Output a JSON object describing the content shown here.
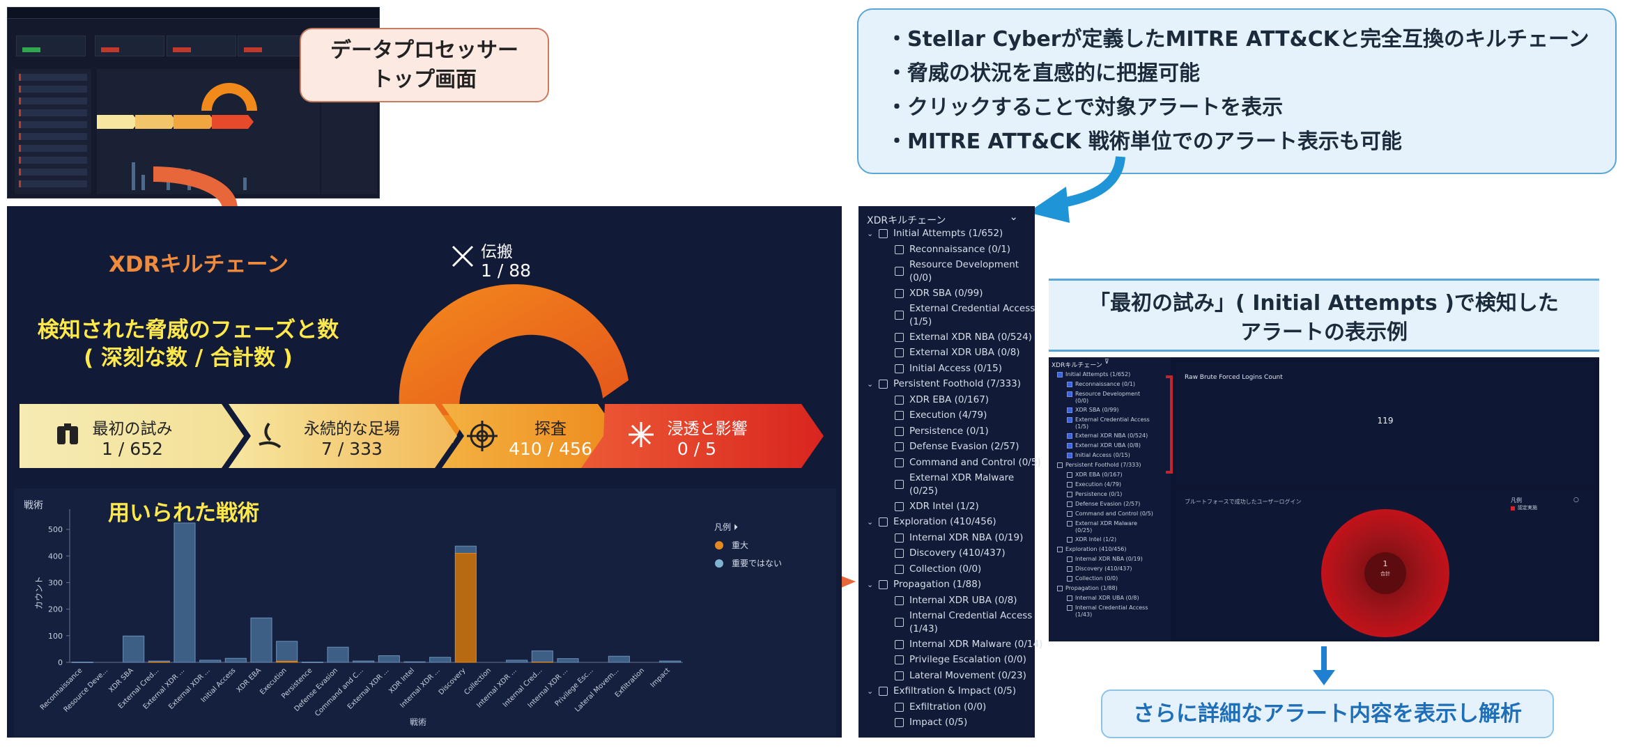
{
  "thumb": {
    "title": "データプロセッサー トップ画面"
  },
  "callouts": {
    "processor_line1": "データプロセッサー",
    "processor_line2": "トップ画面",
    "bullets": [
      "・Stellar Cyberが定義したMITRE ATT&CKと完全互換のキルチェーン",
      "・脅威の状況を直感的に把握可能",
      "・クリックすることで対象アラートを表示",
      "・MITRE ATT&CK 戦術単位でのアラート表示も可能"
    ],
    "example_caption_line1": "「最初の試み」( Initial Attempts )で検知した",
    "example_caption_line2": "アラートの表示例",
    "bottom": "さらに詳細なアラート内容を表示し解析"
  },
  "dashboard": {
    "title": "XDRキルチェーン",
    "phases_title_line1": "検知された脅威のフェーズと数",
    "phases_title_line2": "( 深刻な数 / 合計数 )",
    "stages": [
      {
        "label": "最初の試み",
        "count": "1 / 652",
        "icon": "binoculars-icon"
      },
      {
        "label": "永続的な足場",
        "count": "7 / 333",
        "icon": "foothold-icon"
      },
      {
        "label": "探査",
        "count": "410 / 456",
        "icon": "target-icon"
      },
      {
        "label": "浸透と影響",
        "count": "0 / 5",
        "icon": "burst-icon"
      }
    ],
    "propagation": {
      "label": "伝搬",
      "count": "1 / 88",
      "icon": "spread-arrows-icon"
    },
    "tactics_title": "用いられた戦術",
    "chart_label": "戦術",
    "legend_title": "凡例",
    "colors": {
      "severe": "#e38a20",
      "not_severe": "#7fb3d0",
      "bar": "#3d5f86"
    }
  },
  "chart_data": {
    "type": "bar",
    "title": "用いられた戦術",
    "xlabel": "戦術",
    "ylabel": "カウント",
    "ylim": [
      0,
      550
    ],
    "yticks": [
      0,
      100,
      200,
      300,
      400,
      500
    ],
    "categories": [
      "Reconnaissance",
      "Resource Deve...",
      "XDR SBA",
      "External Cred...",
      "External XDR ...",
      "External XDR ...",
      "Initial Access",
      "XDR EBA",
      "Execution",
      "Persistence",
      "Defense Evasion",
      "Command and C...",
      "External XDR ...",
      "XDR Intel",
      "Internal XDR ...",
      "Discovery",
      "Collection",
      "Internal XDR ...",
      "Internal Cred...",
      "Internal XDR ...",
      "Privilege Esc...",
      "Lateral Movem...",
      "Exfiltration",
      "Impact"
    ],
    "series": [
      {
        "name": "重大",
        "values": [
          0,
          0,
          0,
          1,
          0,
          0,
          0,
          0,
          4,
          0,
          0,
          0,
          0,
          0,
          0,
          410,
          0,
          0,
          1,
          0,
          0,
          0,
          0,
          0
        ]
      },
      {
        "name": "重要ではない",
        "values": [
          1,
          0,
          99,
          4,
          524,
          8,
          15,
          167,
          75,
          1,
          57,
          5,
          25,
          2,
          19,
          27,
          0,
          8,
          42,
          14,
          0,
          23,
          0,
          5
        ]
      }
    ],
    "legend": [
      "重大",
      "重要ではない"
    ],
    "legend_position": "top-right"
  },
  "killchain": {
    "header": "XDRキルチェーン",
    "items": [
      {
        "level": 0,
        "label": "Initial Attempts (1/652)"
      },
      {
        "level": 1,
        "label": "Reconnaissance (0/1)"
      },
      {
        "level": 1,
        "label": "Resource Development",
        "label2": "(0/0)"
      },
      {
        "level": 1,
        "label": "XDR SBA (0/99)"
      },
      {
        "level": 1,
        "label": "External Credential Access",
        "label2": "(1/5)"
      },
      {
        "level": 1,
        "label": "External XDR NBA (0/524)"
      },
      {
        "level": 1,
        "label": "External XDR UBA (0/8)"
      },
      {
        "level": 1,
        "label": "Initial Access (0/15)"
      },
      {
        "level": 0,
        "label": "Persistent Foothold (7/333)"
      },
      {
        "level": 1,
        "label": "XDR EBA (0/167)"
      },
      {
        "level": 1,
        "label": "Execution (4/79)"
      },
      {
        "level": 1,
        "label": "Persistence (0/1)"
      },
      {
        "level": 1,
        "label": "Defense Evasion (2/57)"
      },
      {
        "level": 1,
        "label": "Command and Control (0/5)"
      },
      {
        "level": 1,
        "label": "External XDR Malware",
        "label2": "(0/25)"
      },
      {
        "level": 1,
        "label": "XDR Intel (1/2)"
      },
      {
        "level": 0,
        "label": "Exploration (410/456)"
      },
      {
        "level": 1,
        "label": "Internal XDR NBA (0/19)"
      },
      {
        "level": 1,
        "label": "Discovery (410/437)"
      },
      {
        "level": 1,
        "label": "Collection (0/0)"
      },
      {
        "level": 0,
        "label": "Propagation (1/88)"
      },
      {
        "level": 1,
        "label": "Internal XDR UBA (0/8)"
      },
      {
        "level": 1,
        "label": "Internal Credential Access",
        "label2": "(1/43)"
      },
      {
        "level": 1,
        "label": "Internal XDR Malware (0/14)"
      },
      {
        "level": 1,
        "label": "Privilege Escalation (0/0)"
      },
      {
        "level": 1,
        "label": "Lateral Movement (0/23)"
      },
      {
        "level": 0,
        "label": "Exfiltration & Impact (0/5)"
      },
      {
        "level": 1,
        "label": "Exfiltration (0/0)"
      },
      {
        "level": 1,
        "label": "Impact (0/5)"
      }
    ]
  },
  "example": {
    "header": "XDRキルチェーン",
    "kpi_title": "Raw Brute Forced Logins Count",
    "kpi_value": "119",
    "pie_title": "ブルートフォースで成功したユーザーログイン",
    "legend_title": "凡例",
    "legend_item": "認定実施",
    "donut_value": "1",
    "donut_label": "合計",
    "items": [
      {
        "level": 0,
        "checked": true,
        "label": "Initial Attempts (1/652)"
      },
      {
        "level": 1,
        "checked": true,
        "label": "Reconnaissance (0/1)"
      },
      {
        "level": 1,
        "checked": true,
        "label": "Resource Development",
        "label2": "(0/0)"
      },
      {
        "level": 1,
        "checked": true,
        "label": "XDR SBA (0/99)"
      },
      {
        "level": 1,
        "checked": true,
        "label": "External Credential Access",
        "label2": "(1/5)"
      },
      {
        "level": 1,
        "checked": true,
        "label": "External XDR NBA (0/524)"
      },
      {
        "level": 1,
        "checked": true,
        "label": "External XDR UBA (0/8)"
      },
      {
        "level": 1,
        "checked": true,
        "label": "Initial Access (0/15)"
      },
      {
        "level": 0,
        "checked": false,
        "label": "Persistent Foothold (7/333)"
      },
      {
        "level": 1,
        "checked": false,
        "label": "XDR EBA (0/167)"
      },
      {
        "level": 1,
        "checked": false,
        "label": "Execution (4/79)"
      },
      {
        "level": 1,
        "checked": false,
        "label": "Persistence (0/1)"
      },
      {
        "level": 1,
        "checked": false,
        "label": "Defense Evasion (2/57)"
      },
      {
        "level": 1,
        "checked": false,
        "label": "Command and Control (0/5)"
      },
      {
        "level": 1,
        "checked": false,
        "label": "External XDR Malware",
        "label2": "(0/25)"
      },
      {
        "level": 1,
        "checked": false,
        "label": "XDR Intel (1/2)"
      },
      {
        "level": 0,
        "checked": false,
        "label": "Exploration (410/456)"
      },
      {
        "level": 1,
        "checked": false,
        "label": "Internal XDR NBA (0/19)"
      },
      {
        "level": 1,
        "checked": false,
        "label": "Discovery (410/437)"
      },
      {
        "level": 1,
        "checked": false,
        "label": "Collection (0/0)"
      },
      {
        "level": 0,
        "checked": false,
        "label": "Propagation (1/88)"
      },
      {
        "level": 1,
        "checked": false,
        "label": "Internal XDR UBA (0/8)"
      },
      {
        "level": 1,
        "checked": false,
        "label": "Internal Credential Access",
        "label2": "(1/43)"
      }
    ]
  }
}
